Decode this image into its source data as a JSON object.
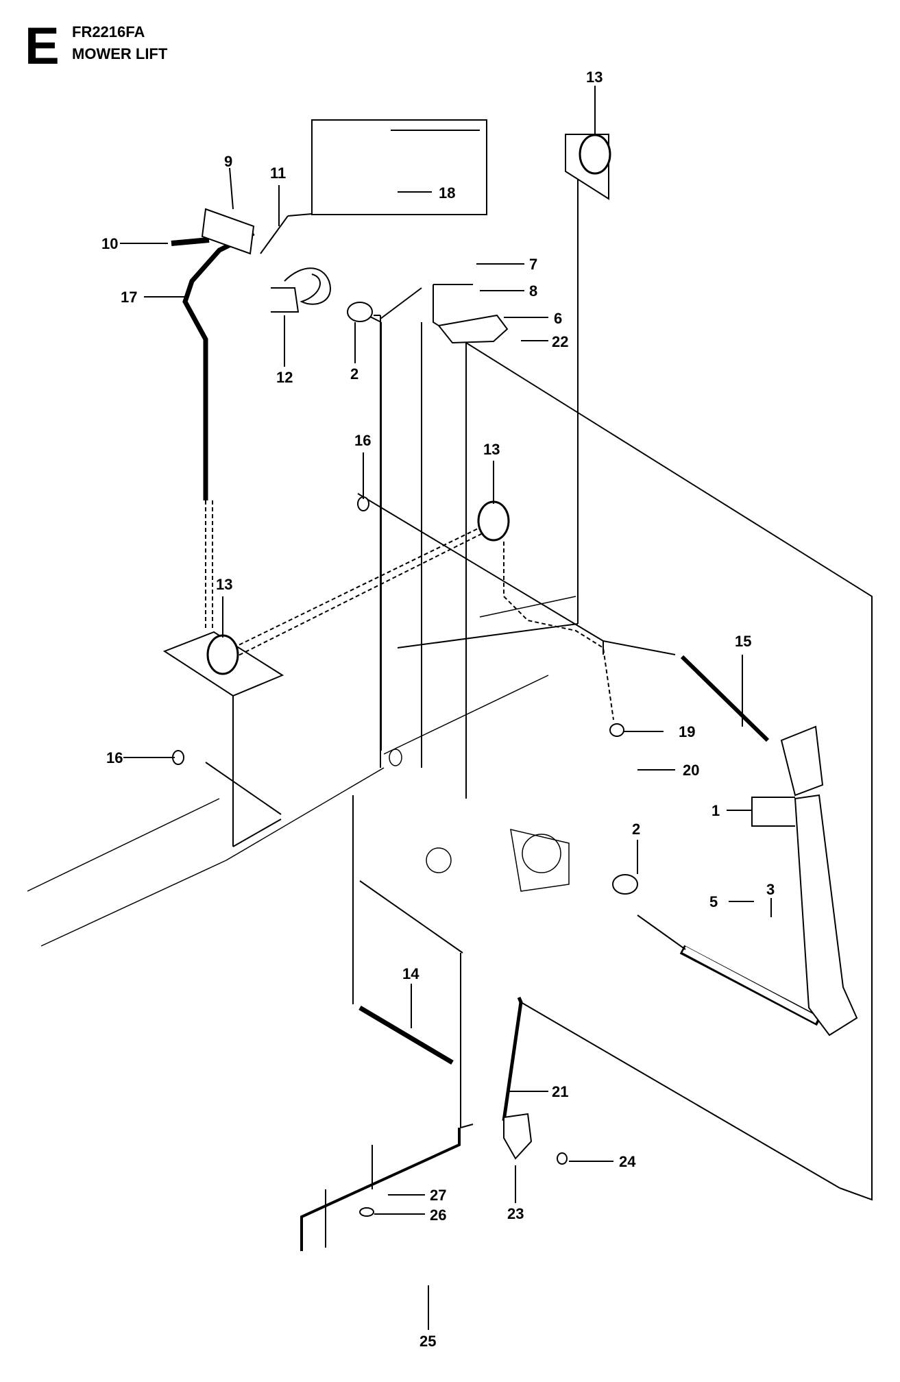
{
  "header": {
    "section_letter": "E",
    "model": "FR2216FA",
    "title": "MOWER LIFT"
  },
  "callouts": [
    {
      "id": "c1",
      "label": "1"
    },
    {
      "id": "c2a",
      "label": "2"
    },
    {
      "id": "c2b",
      "label": "2"
    },
    {
      "id": "c3",
      "label": "3"
    },
    {
      "id": "c5",
      "label": "5"
    },
    {
      "id": "c6",
      "label": "6"
    },
    {
      "id": "c7",
      "label": "7"
    },
    {
      "id": "c8",
      "label": "8"
    },
    {
      "id": "c9",
      "label": "9"
    },
    {
      "id": "c10",
      "label": "10"
    },
    {
      "id": "c11",
      "label": "11"
    },
    {
      "id": "c12",
      "label": "12"
    },
    {
      "id": "c13a",
      "label": "13"
    },
    {
      "id": "c13b",
      "label": "13"
    },
    {
      "id": "c13c",
      "label": "13"
    },
    {
      "id": "c14",
      "label": "14"
    },
    {
      "id": "c15",
      "label": "15"
    },
    {
      "id": "c16a",
      "label": "16"
    },
    {
      "id": "c16b",
      "label": "16"
    },
    {
      "id": "c17",
      "label": "17"
    },
    {
      "id": "c18",
      "label": "18"
    },
    {
      "id": "c19",
      "label": "19"
    },
    {
      "id": "c20",
      "label": "20"
    },
    {
      "id": "c21",
      "label": "21"
    },
    {
      "id": "c22",
      "label": "22"
    },
    {
      "id": "c23",
      "label": "23"
    },
    {
      "id": "c24",
      "label": "24"
    },
    {
      "id": "c25",
      "label": "25"
    },
    {
      "id": "c26",
      "label": "26"
    },
    {
      "id": "c27",
      "label": "27"
    }
  ]
}
